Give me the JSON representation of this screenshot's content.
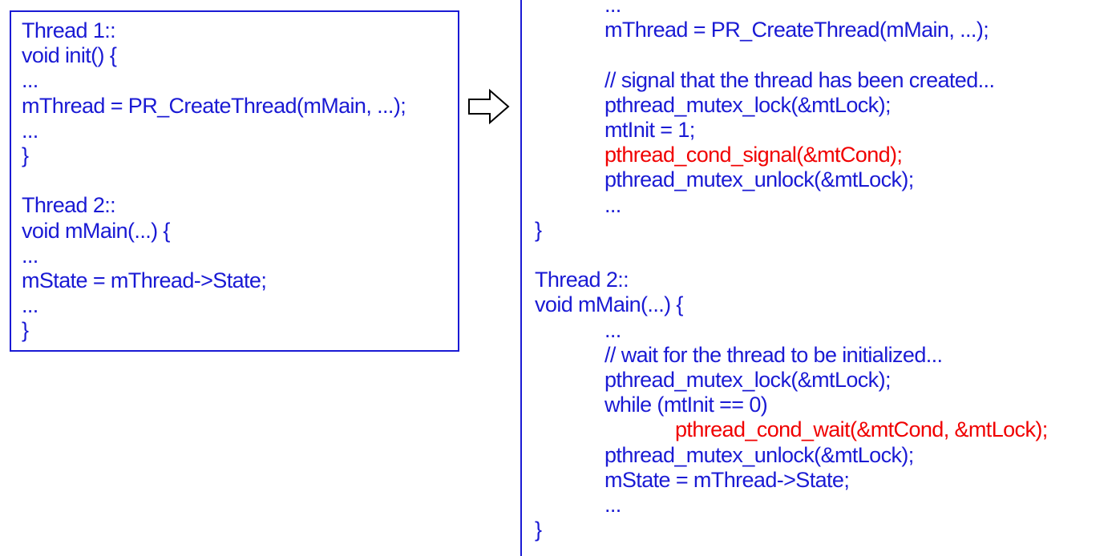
{
  "colors": {
    "code": "#1a1ad4",
    "highlight": "#f00000",
    "border": "#1a1ad4"
  },
  "arrow": {
    "icon": "right-arrow-icon"
  },
  "before": {
    "lines": [
      "Thread 1::",
      "void init() {",
      "...",
      "mThread = PR_CreateThread(mMain, ...);",
      "...",
      "}",
      "",
      "Thread 2::",
      "void mMain(...) {",
      "...",
      "mState = mThread->State;",
      "...",
      "}"
    ]
  },
  "after": {
    "lines": [
      {
        "text": "...",
        "indent": 1,
        "highlight": false
      },
      {
        "text": "mThread = PR_CreateThread(mMain, ...);",
        "indent": 1,
        "highlight": false
      },
      {
        "text": "",
        "indent": 0,
        "highlight": false
      },
      {
        "text": "// signal that the thread has been created...",
        "indent": 1,
        "highlight": false
      },
      {
        "text": "pthread_mutex_lock(&mtLock);",
        "indent": 1,
        "highlight": false
      },
      {
        "text": "mtInit = 1;",
        "indent": 1,
        "highlight": false
      },
      {
        "text": "pthread_cond_signal(&mtCond);",
        "indent": 1,
        "highlight": true
      },
      {
        "text": "pthread_mutex_unlock(&mtLock);",
        "indent": 1,
        "highlight": false
      },
      {
        "text": "...",
        "indent": 1,
        "highlight": false
      },
      {
        "text": "}",
        "indent": 0,
        "highlight": false
      },
      {
        "text": "",
        "indent": 0,
        "highlight": false
      },
      {
        "text": "Thread 2::",
        "indent": 0,
        "highlight": false
      },
      {
        "text": "void mMain(...) {",
        "indent": 0,
        "highlight": false
      },
      {
        "text": "...",
        "indent": 1,
        "highlight": false
      },
      {
        "text": "// wait for the thread to be initialized...",
        "indent": 1,
        "highlight": false
      },
      {
        "text": "pthread_mutex_lock(&mtLock);",
        "indent": 1,
        "highlight": false
      },
      {
        "text": "while (mtInit == 0)",
        "indent": 1,
        "highlight": false
      },
      {
        "text": "pthread_cond_wait(&mtCond, &mtLock);",
        "indent": 2,
        "highlight": true
      },
      {
        "text": "pthread_mutex_unlock(&mtLock);",
        "indent": 1,
        "highlight": false
      },
      {
        "text": "mState = mThread->State;",
        "indent": 1,
        "highlight": false
      },
      {
        "text": "...",
        "indent": 1,
        "highlight": false
      },
      {
        "text": "}",
        "indent": 0,
        "highlight": false
      }
    ]
  }
}
